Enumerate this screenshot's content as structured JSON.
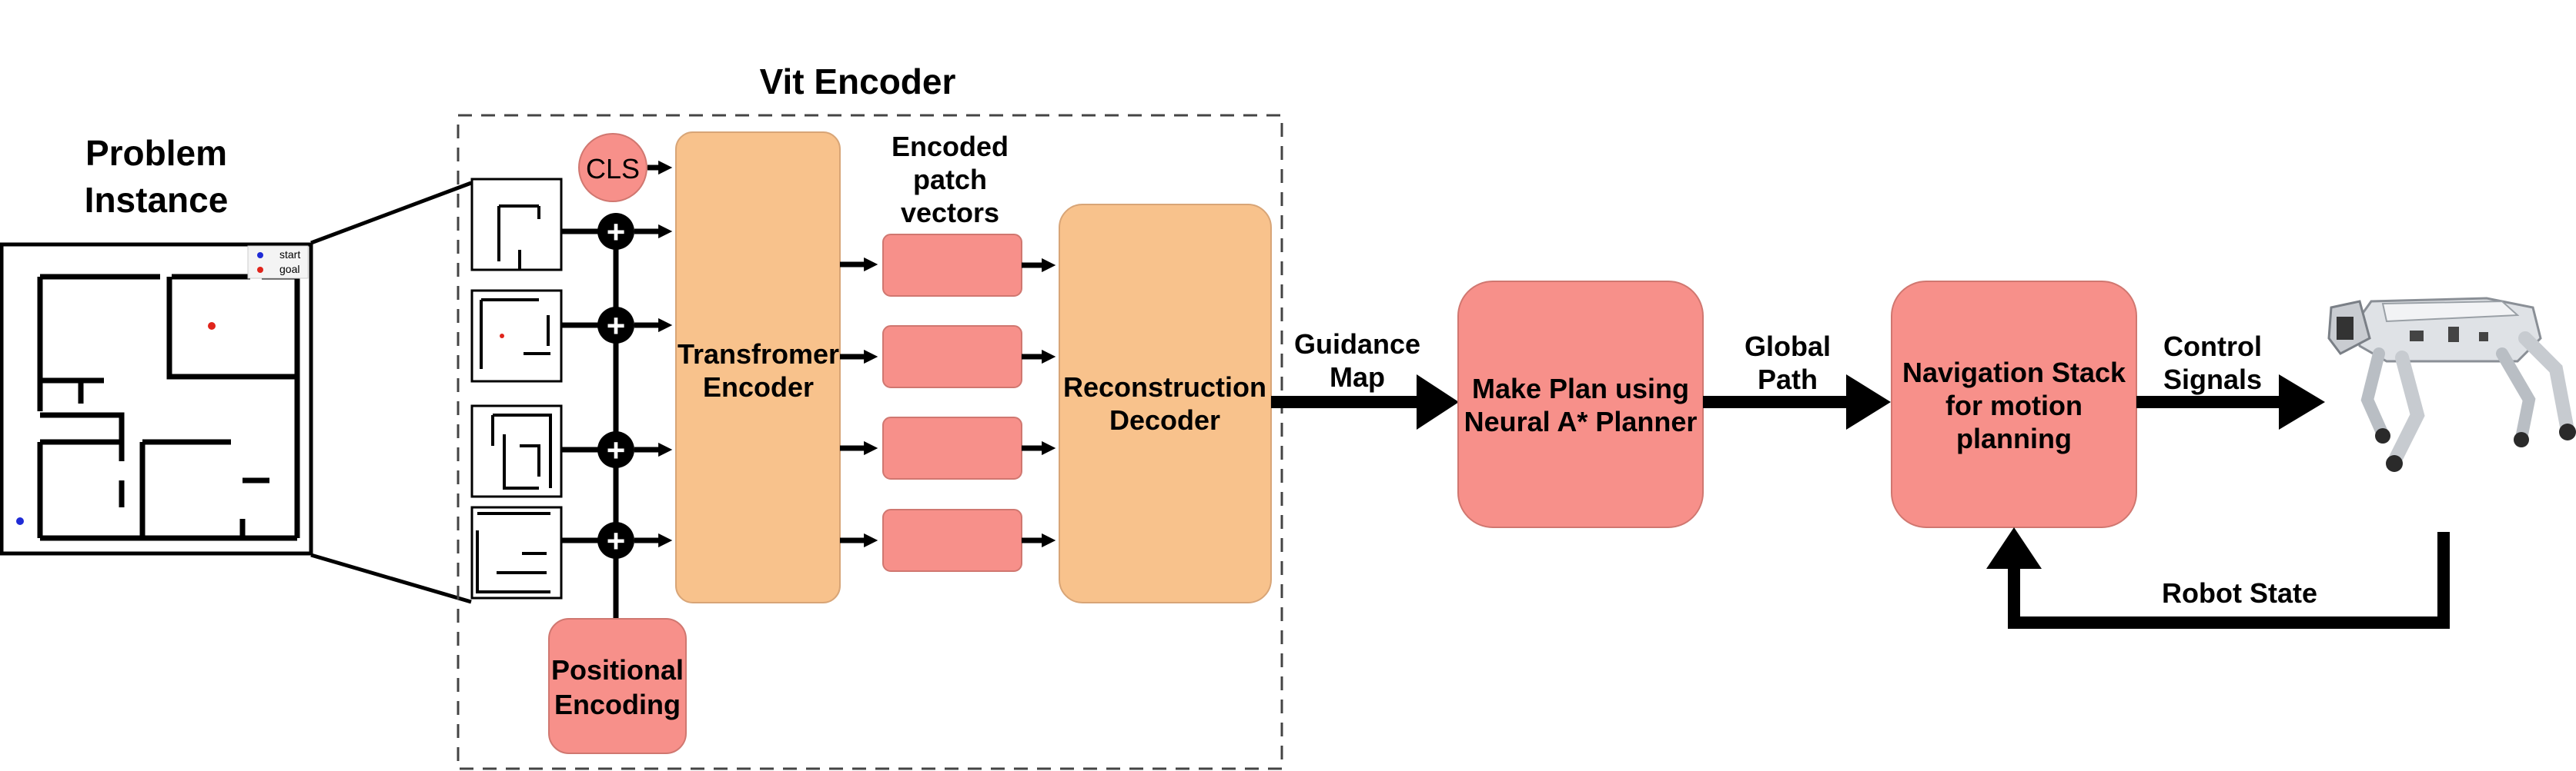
{
  "title": "Vit Encoder",
  "problem_instance": {
    "label_line1": "Problem",
    "label_line2": "Instance",
    "legend_start": "start",
    "legend_goal": "goal"
  },
  "cls": "CLS",
  "plus_symbol": "+",
  "positional_encoding": {
    "line1": "Positional",
    "line2": "Encoding"
  },
  "transformer_encoder": {
    "line1": "Transfromer",
    "line2": "Encoder"
  },
  "encoded_patch_vectors": {
    "line1": "Encoded",
    "line2": "patch",
    "line3": "vectors"
  },
  "reconstruction_decoder": {
    "line1": "Reconstruction",
    "line2": "Decoder"
  },
  "guidance_map": {
    "line1": "Guidance",
    "line2": "Map"
  },
  "planner": {
    "line1": "Make Plan using",
    "line2": "Neural A* Planner"
  },
  "global_path": {
    "line1": "Global",
    "line2": "Path"
  },
  "nav_stack": {
    "line1": "Navigation Stack",
    "line2": "for motion",
    "line3": "planning"
  },
  "control_signals": {
    "line1": "Control",
    "line2": "Signals"
  },
  "robot_state": "Robot State",
  "colors": {
    "orange_box": "#f8c28c",
    "salmon_box": "#f7908a",
    "start_dot": "#1f2bd6",
    "goal_dot": "#e0241b"
  }
}
